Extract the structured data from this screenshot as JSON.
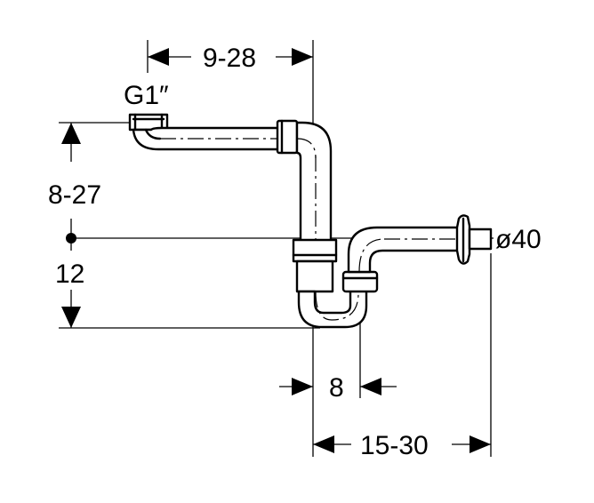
{
  "labels": {
    "thread": "G1″",
    "dim_top_horizontal": "9-28",
    "dim_left_upper": "8-27",
    "dim_left_lower": "12",
    "dim_diameter": "ø40",
    "dim_bottom_small": "8",
    "dim_bottom_large": "15-30"
  }
}
